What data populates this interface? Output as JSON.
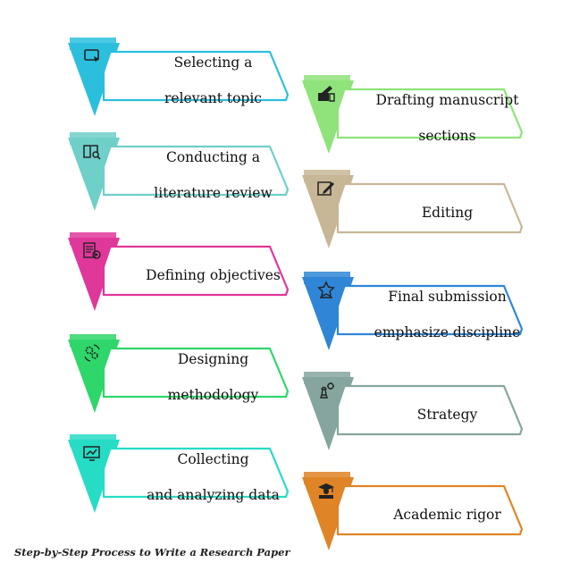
{
  "steps_left": [
    {
      "text": "Selecting a relevant topic",
      "lines": [
        "Selecting a",
        "relevant topic"
      ],
      "color": "#2bbfdd",
      "icon": "monitor-cursor-icon"
    },
    {
      "text": "Conducting a literature review",
      "lines": [
        "Conducting a",
        "literature review"
      ],
      "color": "#6fcfc9",
      "icon": "book-search-icon"
    },
    {
      "text": "Defining objectives",
      "lines": [
        "Defining objectives"
      ],
      "color": "#e0379a",
      "icon": "checklist-target-icon"
    },
    {
      "text": "Designing methodology",
      "lines": [
        "Designing",
        "methodology"
      ],
      "color": "#2fd66a",
      "icon": "gears-cycle-icon"
    },
    {
      "text": "Collecting and analyzing data",
      "lines": [
        "Collecting",
        "and analyzing data"
      ],
      "color": "#27dcc5",
      "icon": "data-chart-icon"
    }
  ],
  "steps_right": [
    {
      "text": "Drafting manuscript sections",
      "lines": [
        "Drafting manuscript",
        "sections"
      ],
      "color": "#8fe37a",
      "icon": "pen-stack-icon"
    },
    {
      "text": "Editing",
      "lines": [
        "Editing"
      ],
      "color": "#c8b796",
      "icon": "edit-pencil-icon"
    },
    {
      "text": "Final submission emphasize discipline",
      "lines": [
        "Final submission",
        "emphasize discipline"
      ],
      "color": "#2f86d6",
      "icon": "award-star-icon"
    },
    {
      "text": "Strategy",
      "lines": [
        "Strategy"
      ],
      "color": "#86a59f",
      "icon": "chess-strategy-icon"
    },
    {
      "text": "Academic rigor",
      "lines": [
        "Academic rigor"
      ],
      "color": "#df8427",
      "icon": "graduate-books-icon"
    }
  ],
  "caption": "Step-by-Step Process to Write a Research Paper"
}
